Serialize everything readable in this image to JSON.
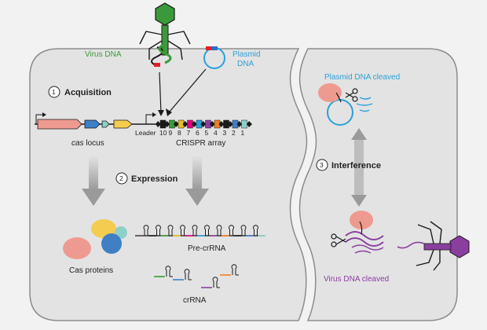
{
  "labels": {
    "virus_dna": "Virus DNA",
    "plasmid_dna_line1": "Plasmid",
    "plasmid_dna_line2": "DNA",
    "acquisition_num": "1",
    "acquisition": "Acquisition",
    "cas_locus_italic": "cas",
    "cas_locus_rest": " locus",
    "leader": "Leader",
    "crispr_array": "CRISPR array",
    "spacer_numbers": [
      "10",
      "9",
      "8",
      "7",
      "6",
      "5",
      "4",
      "3",
      "2",
      "1"
    ],
    "expression_num": "2",
    "expression": "Expression",
    "cas_proteins": "Cas proteins",
    "pre_crrna": "Pre-crRNA",
    "crrna": "crRNA",
    "interference_num": "3",
    "interference": "Interference",
    "plasmid_cleaved": "Plasmid DNA cleaved",
    "virus_cleaved": "Virus DNA cleaved"
  },
  "colors": {
    "background": "#f2f2f2",
    "cell": "#e3e3e3",
    "cell_border": "#8c8c8c",
    "virus_green": "#3a9a3a",
    "plasmid_blue": "#2aa0d8",
    "virus_purple": "#8a3fa0",
    "cas_pink": "#ef9a90",
    "cas_yellow": "#f3cc50",
    "cas_blue": "#3f7fc4",
    "cas_teal": "#8ed0c8",
    "spacer_colors": [
      "#1a1a1a",
      "#3a9a3a",
      "#e8c020",
      "#e6007e",
      "#2aa0d8",
      "#8a3fa0",
      "#f08020",
      "#1a1a1a",
      "#3f7fc4",
      "#8ed0c8"
    ]
  }
}
